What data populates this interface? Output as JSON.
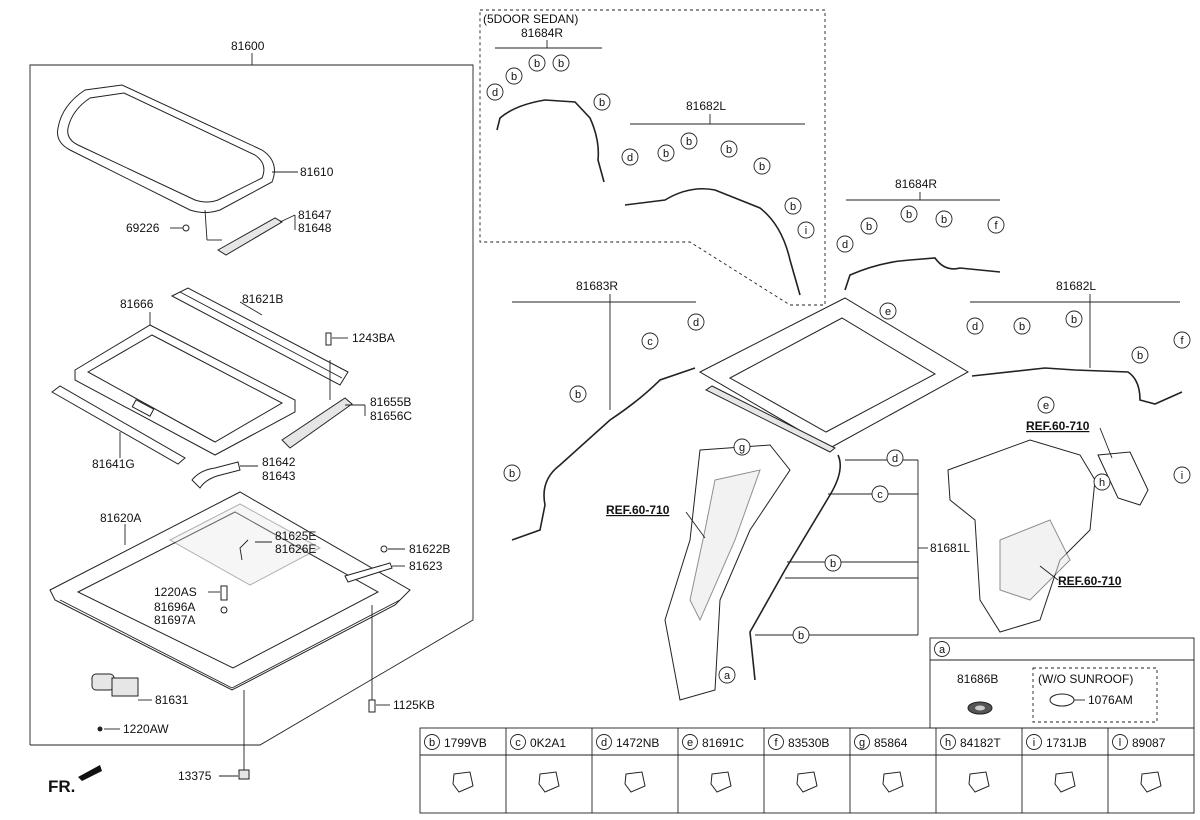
{
  "callouts": {
    "c81600": "81600",
    "c81610": "81610",
    "c69226": "69226",
    "c81647": "81647",
    "c81648": "81648",
    "c81666": "81666",
    "c81621B": "81621B",
    "c1243BA": "1243BA",
    "c81655B": "81655B",
    "c81656C": "81656C",
    "c81641G": "81641G",
    "c81642": "81642",
    "c81643": "81643",
    "c81620A": "81620A",
    "c81625E": "81625E",
    "c81626E": "81626E",
    "c81622B": "81622B",
    "c81623": "81623",
    "c1220AS": "1220AS",
    "c81696A": "81696A",
    "c81697A": "81697A",
    "c81631": "81631",
    "c1220AW": "1220AW",
    "c1125KB": "1125KB",
    "c13375": "13375",
    "sedan_label": "(5DOOR SEDAN)",
    "s81684R": "81684R",
    "s81682L": "81682L",
    "m81684R": "81684R",
    "m81683R": "81683R",
    "m81682L": "81682L",
    "m81681L": "81681L",
    "ref1": "REF.60-710",
    "ref2": "REF.60-710",
    "ref3": "REF.60-710",
    "fr": "FR."
  },
  "inset": {
    "letter": "a",
    "part": "81686B",
    "wo_label": "(W/O SUNROOF)",
    "wo_part": "1076AM"
  },
  "legend": [
    {
      "letter": "b",
      "part": "1799VB"
    },
    {
      "letter": "c",
      "part": "0K2A1"
    },
    {
      "letter": "d",
      "part": "1472NB"
    },
    {
      "letter": "e",
      "part": "81691C"
    },
    {
      "letter": "f",
      "part": "83530B"
    },
    {
      "letter": "g",
      "part": "85864"
    },
    {
      "letter": "h",
      "part": "84182T"
    },
    {
      "letter": "i",
      "part": "1731JB"
    },
    {
      "letter": "l",
      "part": "89087"
    }
  ]
}
